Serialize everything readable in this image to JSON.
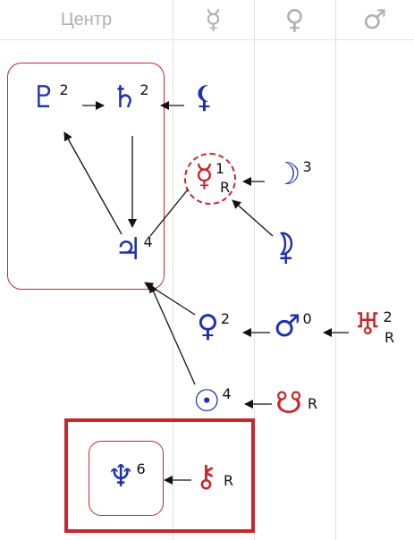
{
  "headers": {
    "center": "Центр",
    "mercury": "☿",
    "venus": "♀",
    "mars": "♂"
  },
  "planets": {
    "pluto": {
      "glyph": "♇",
      "num": "2"
    },
    "saturn": {
      "glyph": "♄",
      "num": "2"
    },
    "lilith": {
      "glyph": "⚸",
      "num": ""
    },
    "mercury": {
      "glyph": "☿",
      "num": "1",
      "r": "R"
    },
    "moon": {
      "glyph": "☽",
      "num": "3"
    },
    "jupiter": {
      "glyph": "♃",
      "num": "4"
    },
    "selena": {
      "glyph": "⯝",
      "num": ""
    },
    "venus": {
      "glyph": "♀",
      "num": "2"
    },
    "mars": {
      "glyph": "♂",
      "num": "0"
    },
    "uranus": {
      "glyph": "♅",
      "num": "2",
      "r": "R"
    },
    "sun": {
      "glyph": "☉",
      "num": "4"
    },
    "node": {
      "glyph": "☋",
      "num": "",
      "r": "R"
    },
    "neptune": {
      "glyph": "♆",
      "num": "6"
    },
    "chiron": {
      "glyph": "⚷",
      "num": "",
      "r": "R"
    }
  },
  "colors": {
    "blue": "#1f2fb4",
    "red": "#c8262c",
    "grid": "#e2e2e2",
    "header": "#b0b0b0"
  }
}
